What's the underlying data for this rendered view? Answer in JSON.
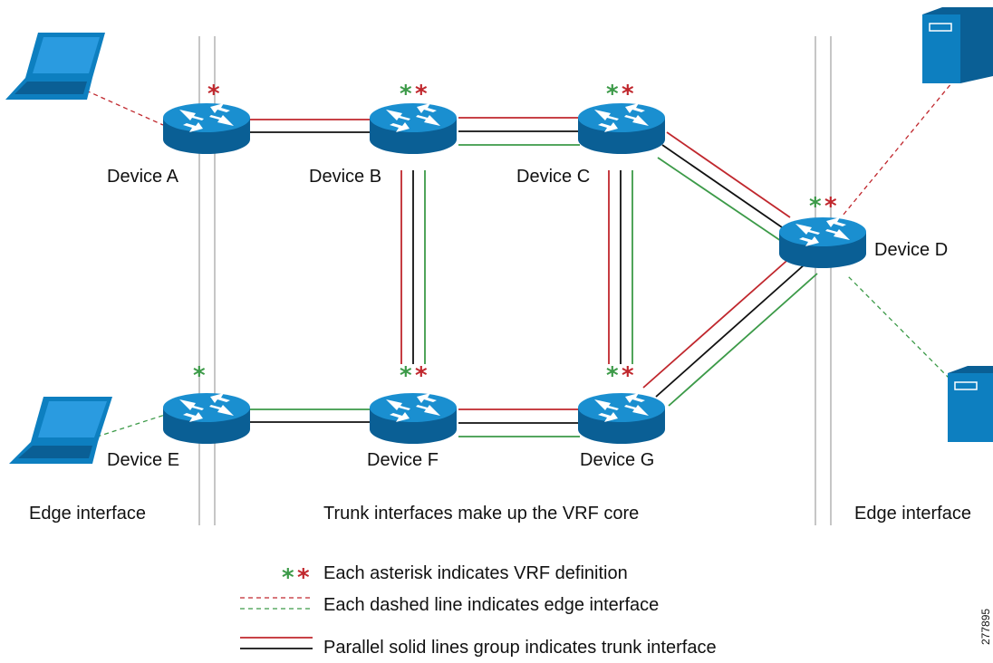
{
  "devices": [
    {
      "id": "A",
      "label": "Device A"
    },
    {
      "id": "B",
      "label": "Device B"
    },
    {
      "id": "C",
      "label": "Device C"
    },
    {
      "id": "D",
      "label": "Device D"
    },
    {
      "id": "E",
      "label": "Device E"
    },
    {
      "id": "F",
      "label": "Device F"
    },
    {
      "id": "G",
      "label": "Device G"
    }
  ],
  "regions": {
    "left_edge": "Edge interface",
    "core": "Trunk interfaces make up the VRF core",
    "right_edge": "Edge interface"
  },
  "legend": {
    "asterisk": "Each asterisk indicates VRF definition",
    "dashed": "Each dashed line indicates edge interface",
    "solid": "Parallel solid lines group indicates trunk interface"
  },
  "figure_number": "277895",
  "colors": {
    "red": "#c0272d",
    "green": "#3c9a48",
    "black": "#111111",
    "router_blue": "#0d7fc0",
    "router_dark": "#0a5f95",
    "divider": "#b8b8b8"
  }
}
